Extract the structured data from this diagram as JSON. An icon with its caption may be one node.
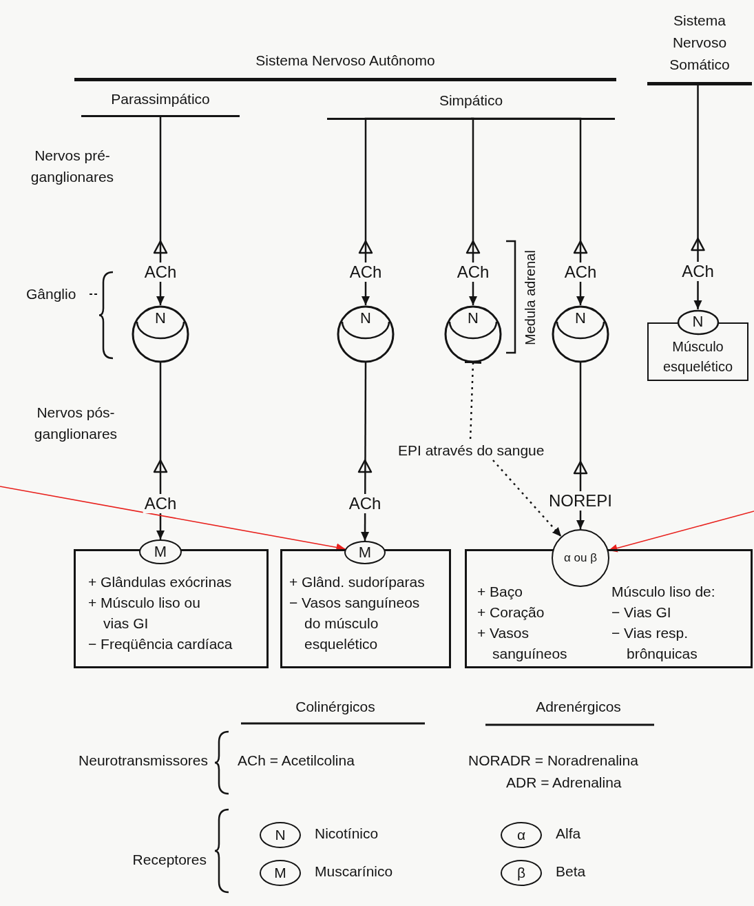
{
  "diagram": {
    "nodes": [
      {
        "text": [
          "Sistema Nervoso Autônomo"
        ]
      },
      {
        "text": [
          "Sistema Nervoso Somático"
        ]
      },
      {
        "text": [
          "Parassimpático"
        ]
      },
      {
        "text": [
          "Simpático"
        ]
      },
      {
        "text": [
          "N"
        ]
      },
      {
        "text": [
          "N"
        ]
      },
      {
        "text": [
          "N"
        ]
      },
      {
        "text": [
          "N"
        ]
      },
      {
        "text": [
          "N",
          "Músculo esquelético"
        ]
      },
      {
        "text": [
          "EPI através do sangue"
        ]
      },
      {
        "text": [
          "M"
        ]
      },
      {
        "text": [
          "M"
        ]
      },
      {
        "text": [
          "α ou β"
        ]
      },
      {
        "text": [
          "+ Glândulas exócrinas",
          "+ Músculo liso ou vias GI",
          "− Freqüência cardíaca"
        ]
      },
      {
        "text": [
          "+ Glând. sudoríparas",
          "− Vasos sanguíneos do músculo esquelético"
        ]
      },
      {
        "text": [
          "+ Baço",
          "+ Coração",
          "+ Vasos sanguíneos",
          "Músculo liso de:",
          "− Vias GI",
          "− Vias resp. brônquicas"
        ]
      },
      {
        "text": [
          "N"
        ],
        "beside": [
          "Nicotínico"
        ]
      },
      {
        "text": [
          "α"
        ],
        "beside": [
          "Alfa"
        ]
      },
      {
        "text": [
          "M"
        ],
        "beside": [
          "Muscarínico"
        ]
      },
      {
        "text": [
          "β"
        ],
        "beside": [
          "Beta"
        ]
      }
    ],
    "edges": [
      {
        "from": 2,
        "to": 4,
        "arrow": "to",
        "label": "ACh"
      },
      {
        "from": 3,
        "to": 5,
        "arrow": "to",
        "label": "ACh"
      },
      {
        "from": 3,
        "to": 6,
        "arrow": "to",
        "label": "ACh"
      },
      {
        "from": 3,
        "to": 7,
        "arrow": "to",
        "label": "ACh"
      },
      {
        "from": 1,
        "to": 8,
        "arrow": "to",
        "label": "ACh"
      },
      {
        "from": 4,
        "to": 10,
        "arrow": "to",
        "label": "ACh"
      },
      {
        "from": 5,
        "to": 11,
        "arrow": "to",
        "label": "ACh"
      },
      {
        "from": 6,
        "to": 9,
        "arrow": "other",
        "style": "dashed"
      },
      {
        "from": 9,
        "to": 12,
        "arrow": "to",
        "style": "dashed"
      },
      {
        "from": 7,
        "to": 12,
        "arrow": "to",
        "label": "NOREPI"
      },
      {
        "from": null,
        "to": 11,
        "arrow": "to",
        "color": "#e8201c"
      },
      {
        "from": null,
        "to": 12,
        "arrow": "to",
        "color": "#e8201c"
      }
    ],
    "labels": [
      "Nervos pré-ganglionares",
      "Gânglio",
      "Nervos pós-ganglionares",
      "Medula adrenal",
      "Colinérgicos",
      "Adrenérgicos",
      "Neurotransmissores",
      "ACh = Acetilcolina",
      "NORADR = Noradrenalina",
      "ADR = Adrenalina",
      "Receptores"
    ]
  }
}
